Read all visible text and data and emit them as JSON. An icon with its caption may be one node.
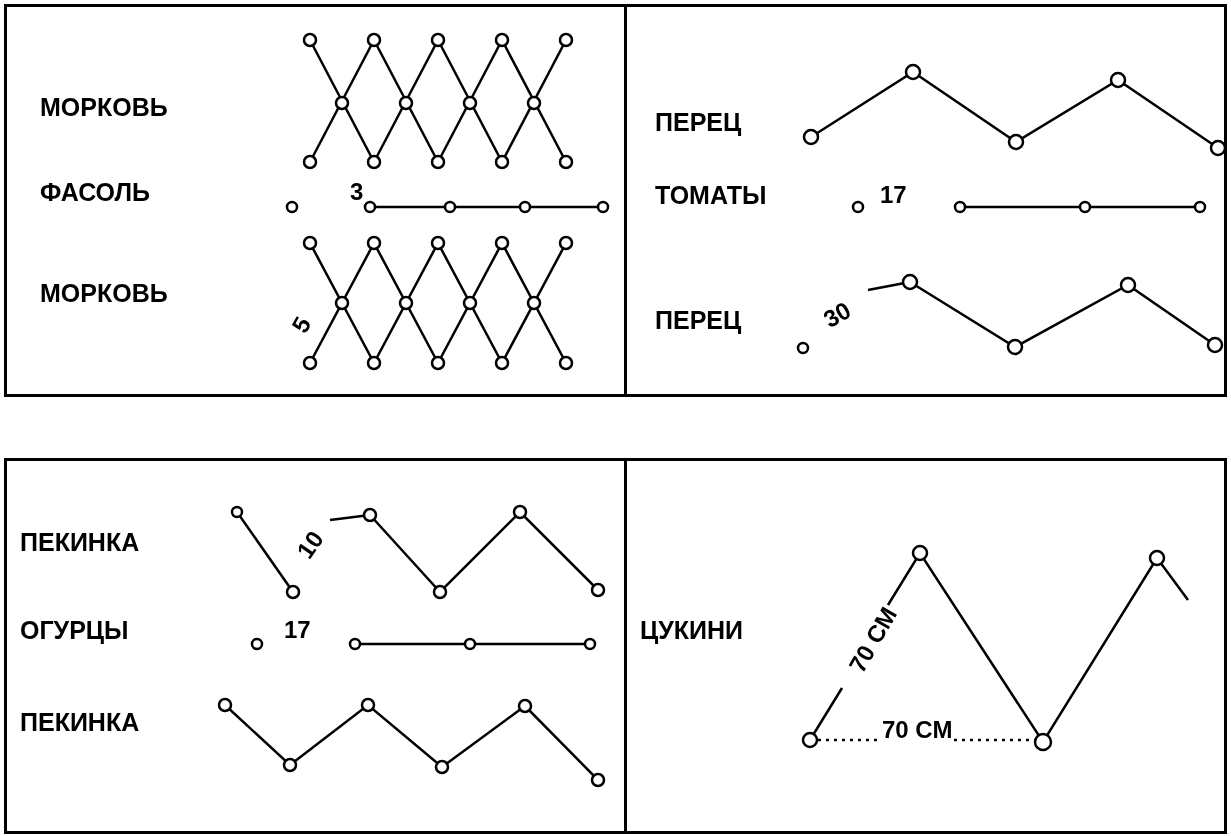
{
  "diagram": {
    "nodes": [
      {
        "text": [
          "МОРКОВЬ",
          "ФАСОЛЬ",
          "МОРКОВЬ"
        ]
      },
      {
        "text": [
          "ПЕРЕЦ",
          "ТОМАТЫ",
          "ПЕРЕЦ"
        ]
      },
      {
        "text": [
          "ПЕКИНКА",
          "ОГУРЦЫ",
          "ПЕКИНКА"
        ]
      },
      {
        "text": [
          "ЦУКИНИ"
        ]
      }
    ],
    "labels": [
      "3",
      "5",
      "17",
      "30",
      "10",
      "17",
      "70 СМ",
      "70 СМ"
    ]
  }
}
